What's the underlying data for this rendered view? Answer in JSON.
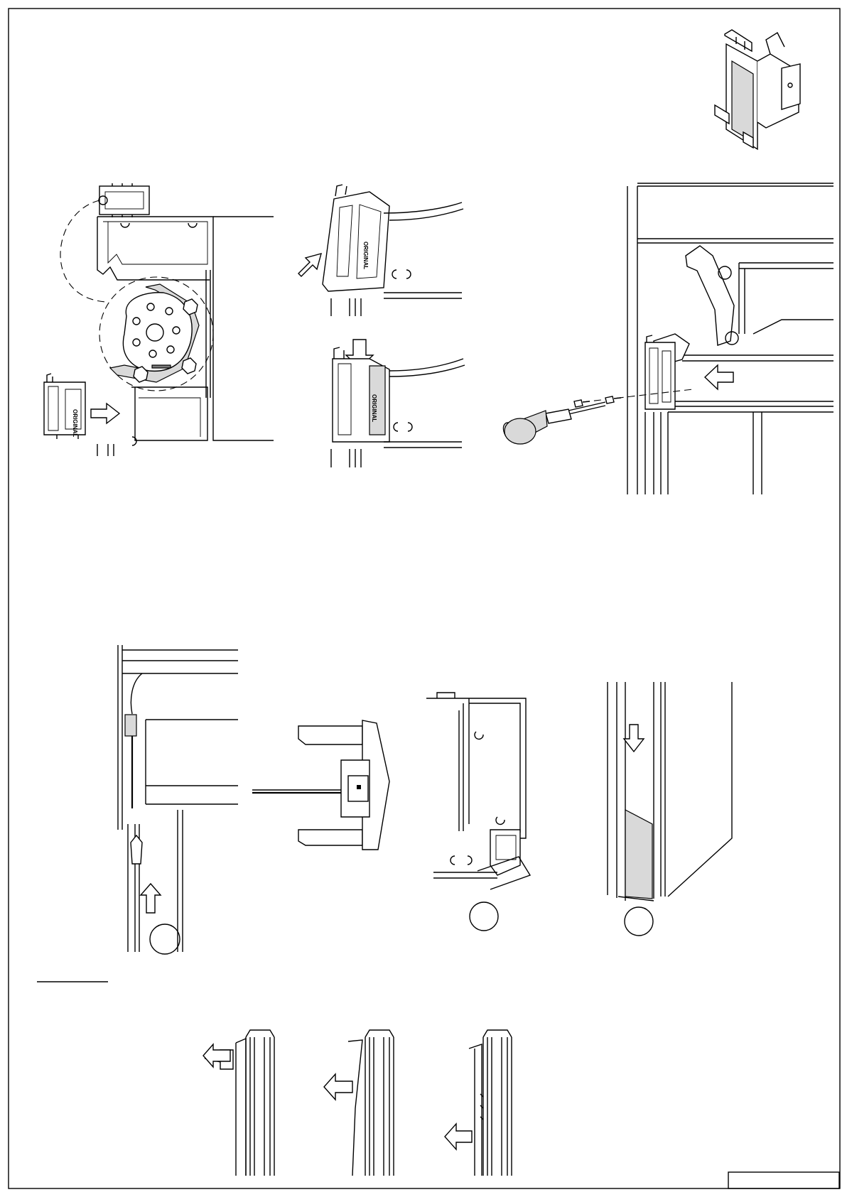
{
  "sheet": {
    "frame_color": "#000000",
    "background": "#ffffff",
    "title_block_text": ""
  },
  "labels": {
    "part_stamp": "ORIGINAL"
  },
  "step_markers": [
    {
      "id": "a",
      "text": ""
    },
    {
      "id": "b",
      "text": ""
    },
    {
      "id": "c",
      "text": ""
    }
  ],
  "icons": {
    "push_arrow": "hollow-block-arrow",
    "tool": "screwdriver"
  }
}
